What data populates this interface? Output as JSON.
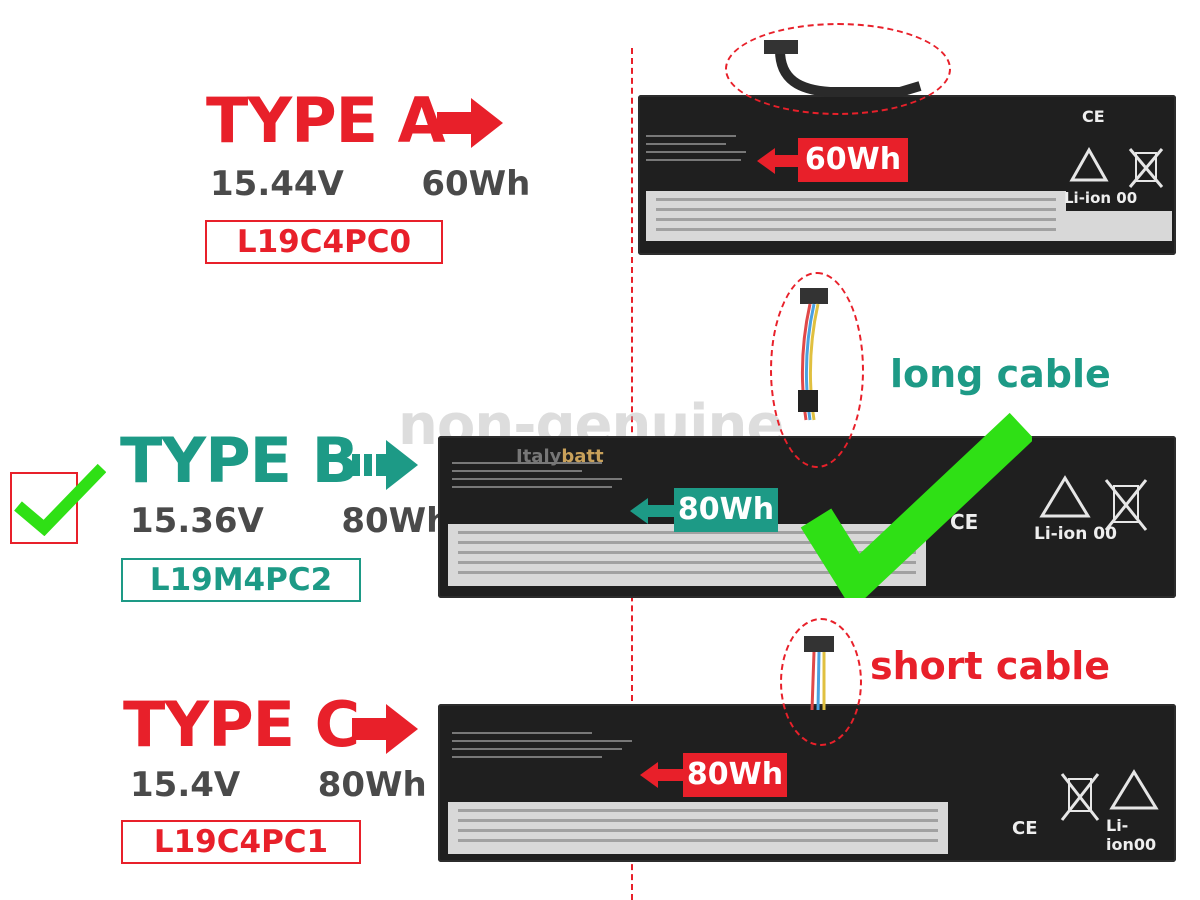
{
  "type_a": {
    "title": "TYPE A",
    "spec": "15.44V   60Wh",
    "model": "L19C4PC0",
    "badge": "60Wh"
  },
  "type_b": {
    "title": "TYPE B",
    "spec": "15.36V   80Wh",
    "model": "L19M4PC2",
    "badge": "80Wh"
  },
  "type_c": {
    "title": "TYPE C",
    "spec": "15.4V   80Wh",
    "model": "L19C4PC1",
    "badge": "80Wh"
  },
  "watermark": "non-genuine",
  "brand_watermark_prefix": "Italy",
  "brand_watermark_suffix": "batt",
  "annotations": {
    "long_cable": "long cable",
    "short_cable": "short cable"
  },
  "battery_markings": {
    "li_ion_a": "Li-ion 00",
    "li_ion_b": "Li-ion 00",
    "li_ion_c": "Li-ion00",
    "ce": "CE"
  },
  "colors": {
    "red": "#e8202a",
    "teal": "#1d9a86",
    "green_check": "#2fe015",
    "battery_body": "#1f1f1f"
  },
  "icons": [
    "arrow-right-icon",
    "checkmark-icon",
    "recycle-icon",
    "crossed-bin-icon",
    "ce-mark-icon"
  ]
}
